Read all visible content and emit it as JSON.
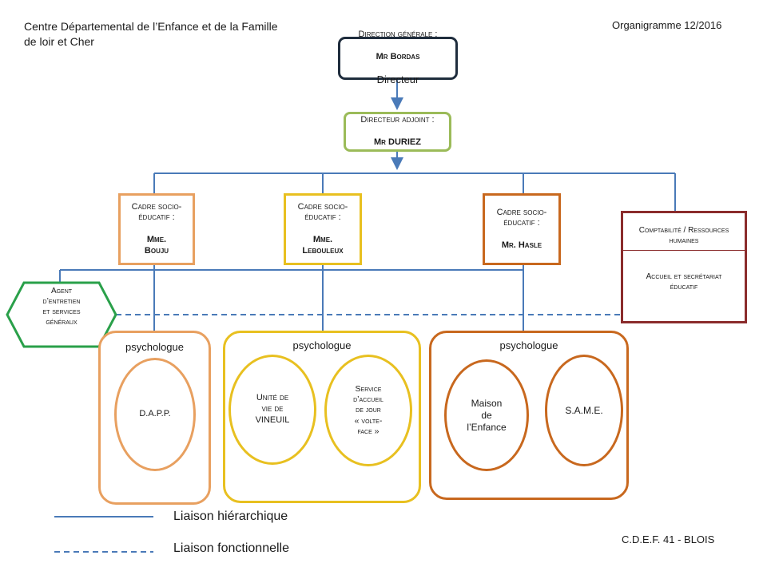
{
  "header": {
    "org_name": "Centre Départemental de l’Enfance et de la Famille\nde loir et Cher",
    "chart_label": "Organigramme 12/2016"
  },
  "direction": {
    "title": "Direction générale :",
    "name": "Mr Bordas",
    "role": "Directeur"
  },
  "adjoint": {
    "title": "Directeur adjoint :",
    "name": "Mr DURIEZ"
  },
  "cadres": [
    {
      "title": "Cadre socio-\néducatif :",
      "name": "Mme.\nBouju"
    },
    {
      "title": "Cadre socio-\néducatif :",
      "name": "Mme.\nLebouleux"
    },
    {
      "title": "Cadre socio-\néducatif :",
      "name": "Mr. Hasle"
    }
  ],
  "admin": {
    "top": "Comptabilité / Ressources\nhumaines",
    "bottom": "Accueil et secrétariat\néducatif"
  },
  "agent": {
    "label": "Agent\nd’entretien\net services\ngénéraux"
  },
  "groups": [
    {
      "psy_label": "psychologue",
      "units": [
        "D.A.P.P."
      ]
    },
    {
      "psy_label": "psychologue",
      "units": [
        "Unité de\nvie de\nVINEUIL",
        "Service\nd’accueil\nde jour\n« volte-\nface »"
      ]
    },
    {
      "psy_label": "psychologue",
      "units": [
        "Maison\nde\nl’Enfance",
        "S.A.M.E."
      ]
    }
  ],
  "legend": {
    "hier": "Liaison hiérarchique",
    "func": "Liaison fonctionnelle"
  },
  "footer": "C.D.E.F. 41 - BLOIS",
  "colors": {
    "line": "#4a7ab8",
    "direction": "#1f2d3d",
    "adjoint": "#9bbb59",
    "cadre1": "#e8a060",
    "cadre2": "#e8c020",
    "cadre3": "#c8681e",
    "admin": "#8b2c2c",
    "agent": "#2aa04a"
  }
}
